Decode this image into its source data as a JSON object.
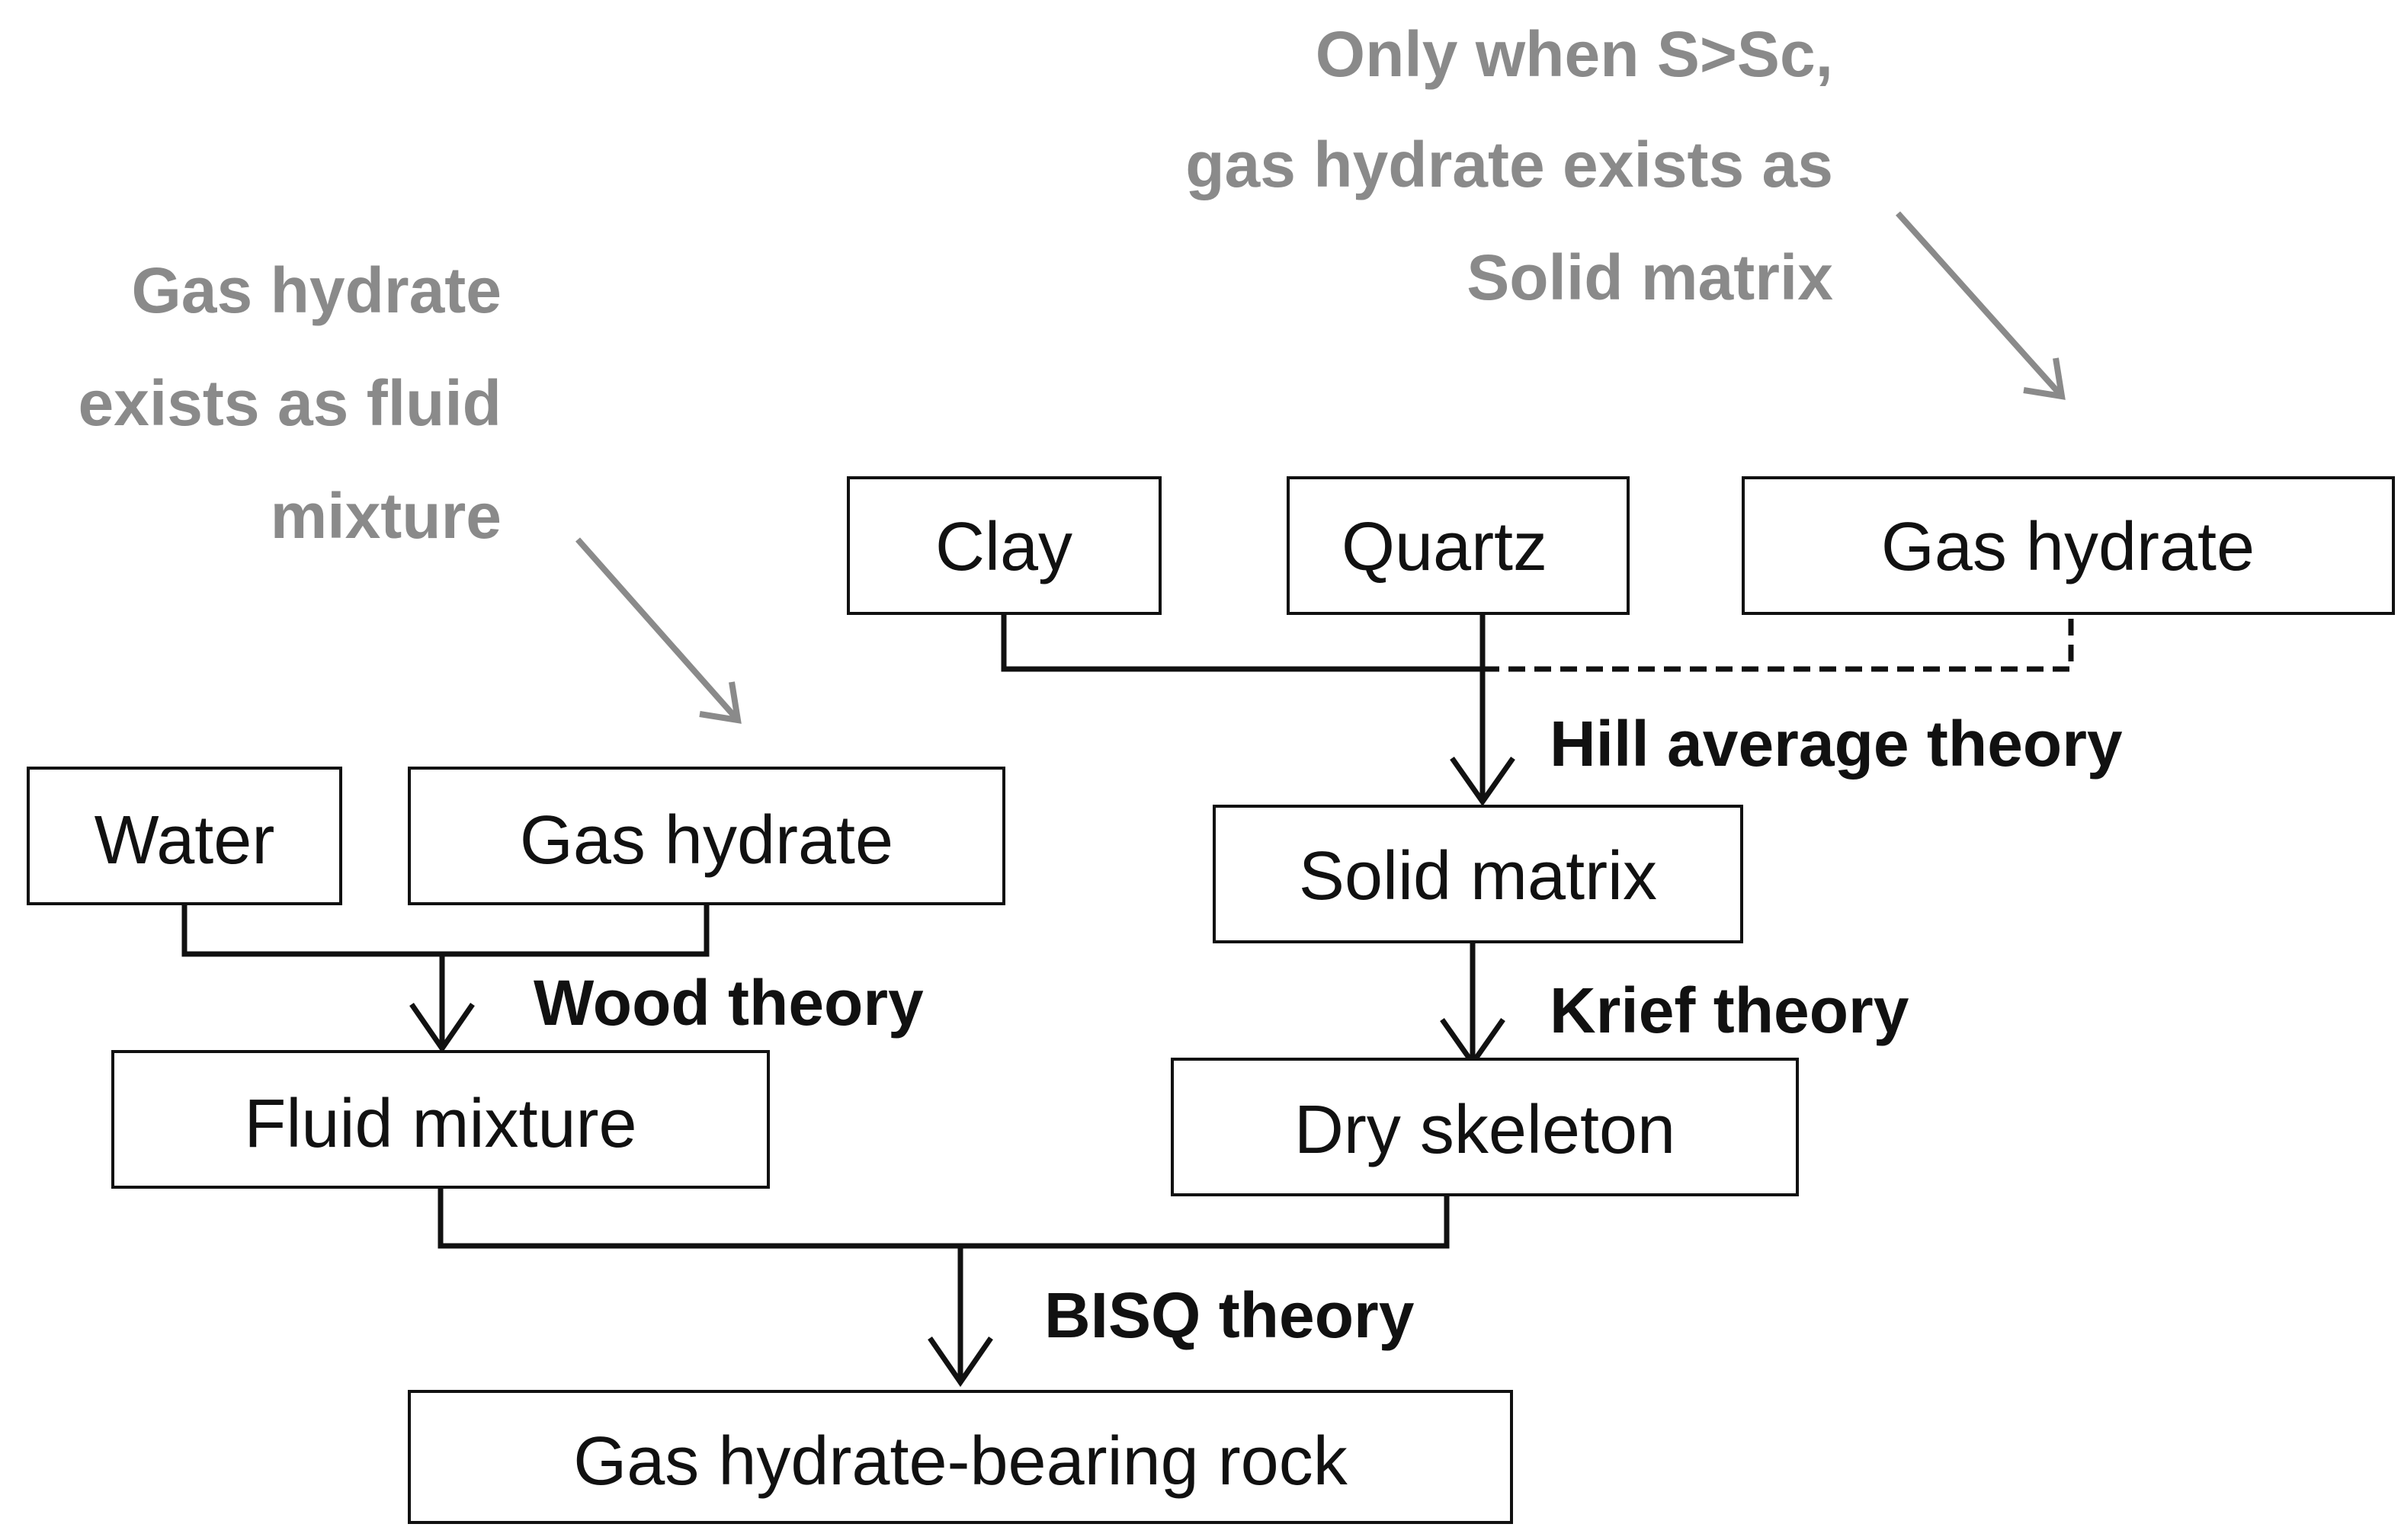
{
  "annotations": {
    "fluid_note": [
      "Gas hydrate",
      "exists as fluid",
      "mixture"
    ],
    "solid_note": [
      "Only when S>Sc,",
      "gas hydrate exists as",
      "Solid matrix"
    ]
  },
  "boxes": {
    "clay": "Clay",
    "quartz": "Quartz",
    "gas_hydrate_solid": "Gas hydrate",
    "water": "Water",
    "gas_hydrate_fluid": "Gas hydrate",
    "solid_matrix": "Solid matrix",
    "fluid_mixture": "Fluid mixture",
    "dry_skeleton": "Dry skeleton",
    "rock": "Gas hydrate-bearing rock"
  },
  "theories": {
    "hill": "Hill average theory",
    "wood": "Wood theory",
    "krief": "Krief theory",
    "bisq": "BISQ theory"
  },
  "colors": {
    "line": "#111111",
    "note": "#8a8a8a",
    "background": "#ffffff"
  }
}
